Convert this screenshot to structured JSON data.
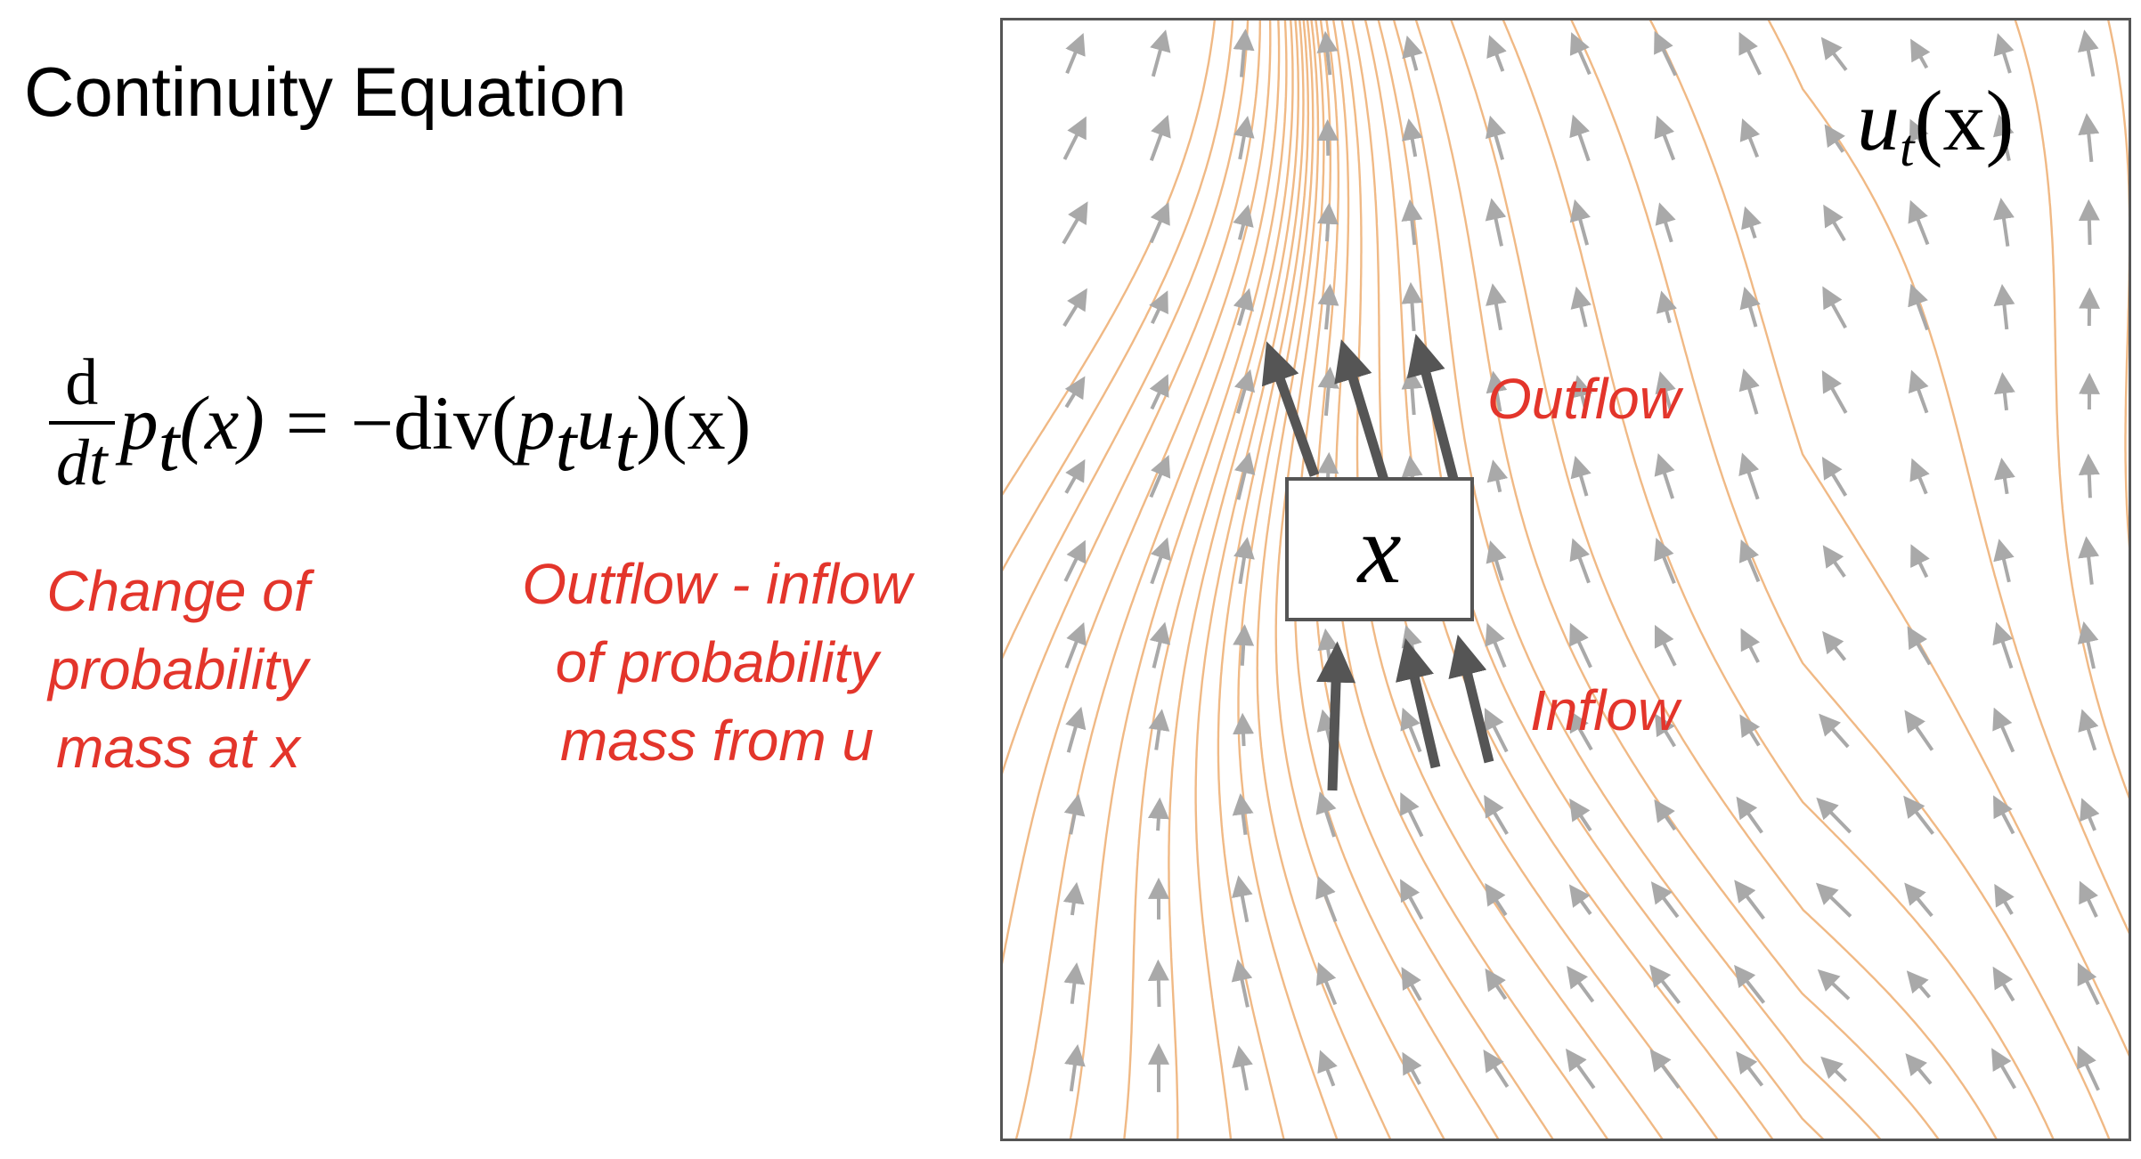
{
  "title": "Continuity Equation",
  "equation": {
    "frac_num": "d",
    "frac_den": "dt",
    "lhs_p": "p",
    "sub_t": "t",
    "lhs_arg": "(x)",
    "equals": "=",
    "rhs_div": "−div(",
    "rhs_p": "p",
    "rhs_u": "u",
    "rhs_close": ")(x)"
  },
  "captions": {
    "left": [
      "Change of",
      "probability",
      "mass at x"
    ],
    "right": [
      "Outflow - inflow",
      "of probability",
      "mass from u"
    ]
  },
  "panel": {
    "field_label_u": "u",
    "field_label_sub": "t",
    "field_label_arg": "(x)",
    "box_label": "x",
    "outflow_label": "Outflow",
    "inflow_label": "Inflow"
  },
  "colors": {
    "accent_red": "#e3352b",
    "streamline": "#f0b985",
    "small_arrow": "#a9a9a9",
    "big_arrow": "#555555",
    "frame": "#555555"
  }
}
